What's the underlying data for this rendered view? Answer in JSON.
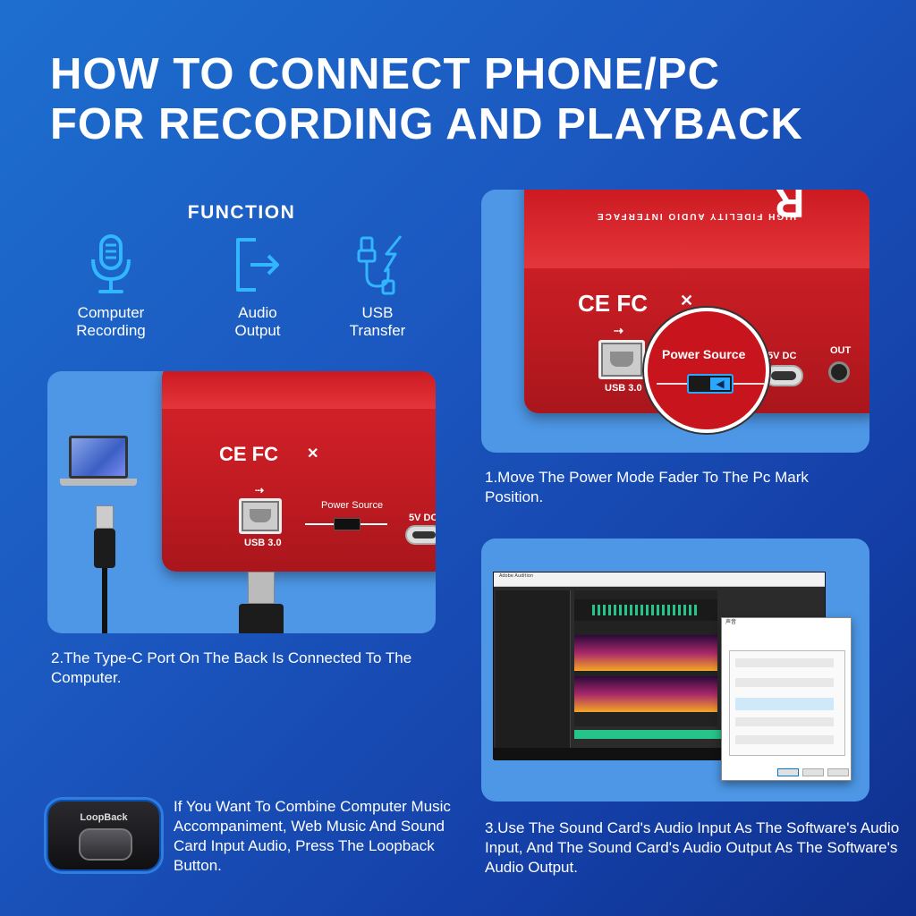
{
  "headline": {
    "line1": "HOW TO CONNECT PHONE/PC",
    "line2": "FOR RECORDING AND PLAYBACK"
  },
  "function": {
    "title": "FUNCTION",
    "items": [
      {
        "icon": "microphone-icon",
        "line1": "Computer",
        "line2": "Recording"
      },
      {
        "icon": "audio-output-icon",
        "line1": "Audio",
        "line2": "Output"
      },
      {
        "icon": "usb-transfer-icon",
        "line1": "USB",
        "line2": "Transfer"
      }
    ]
  },
  "device": {
    "brand_partial": "R",
    "subtitle_mirrored": "HIGH FIDELITY AUDIO INTERFACE",
    "marks": "CE FC",
    "usb_label": "USB 3.0",
    "power_label": "Power Source",
    "dc_label": "5V DC",
    "out_label": "OUT"
  },
  "steps": {
    "step1": "1.Move The Power Mode Fader To The Pc Mark Position.",
    "step2": "2.The Type-C Port On The Back Is Connected To The Computer.",
    "step3": "3.Use The Sound Card's Audio Input As The Software's Audio Input, And The Sound Card's Audio Output As The Software's Audio Output."
  },
  "loopback": {
    "label": "LoopBack",
    "text": "If You Want To Combine Computer Music Accompaniment, Web Music And Sound Card Input Audio, Press The Loopback Button."
  },
  "app": {
    "title": "Adobe Audition",
    "dialog_title": "声音"
  },
  "colors": {
    "device_red": "#c8141c",
    "accent_blue": "#2aa8ff"
  }
}
